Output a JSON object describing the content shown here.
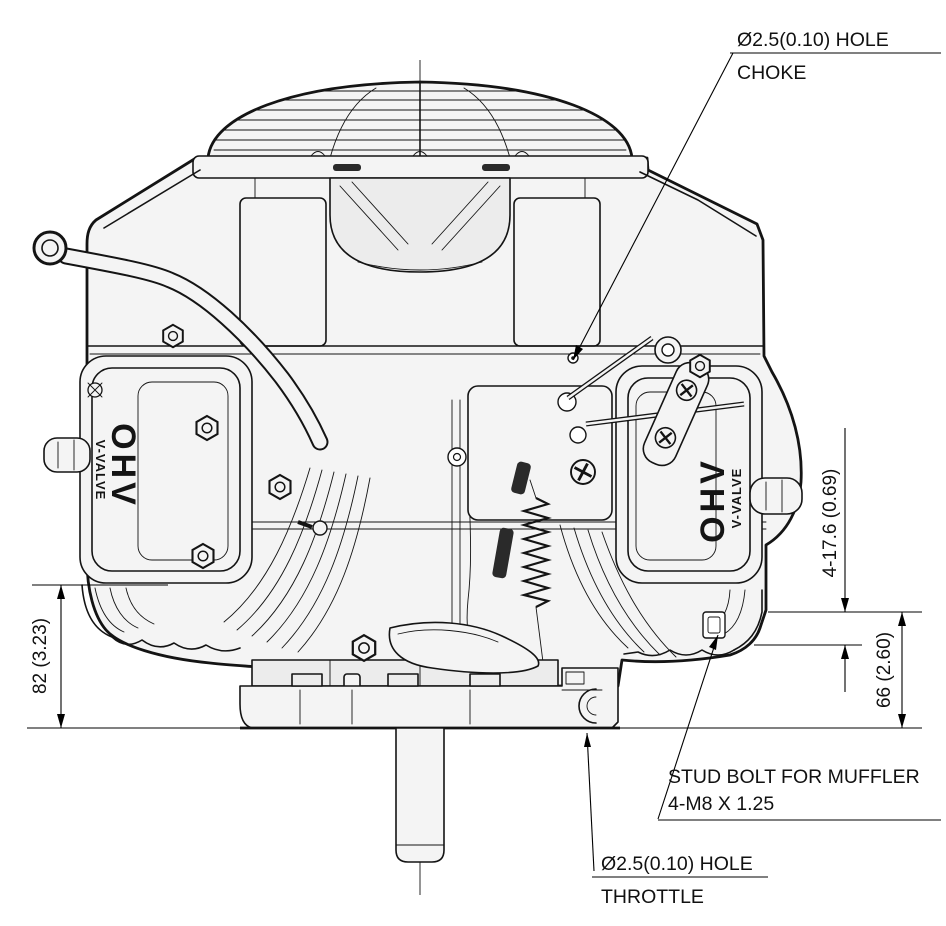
{
  "page": {
    "background": "#ffffff",
    "description": "Engineering outline drawing of a vertical-shaft V-twin OHV engine, front view, with mounting dimensions and control-hole callouts"
  },
  "engine": {
    "cover_badge": {
      "ohv": "OHV",
      "v_valve": "V-VALVE"
    }
  },
  "callouts": {
    "choke": {
      "hole": "Ø2.5(0.10) HOLE",
      "name": "CHOKE"
    },
    "throttle": {
      "hole": "Ø2.5(0.10) HOLE",
      "name": "THROTTLE"
    },
    "muffler_stud": {
      "title": "STUD BOLT FOR MUFFLER",
      "spec": "4-M8 X 1.25"
    }
  },
  "dimensions": {
    "base_to_cover": "82 (3.23)",
    "stud_face": "4-17.6 (0.69)",
    "face_to_base": "66 (2.60)"
  },
  "colors": {
    "line": "#141414",
    "body_fill": "#f4f4f4",
    "background": "#ffffff"
  }
}
